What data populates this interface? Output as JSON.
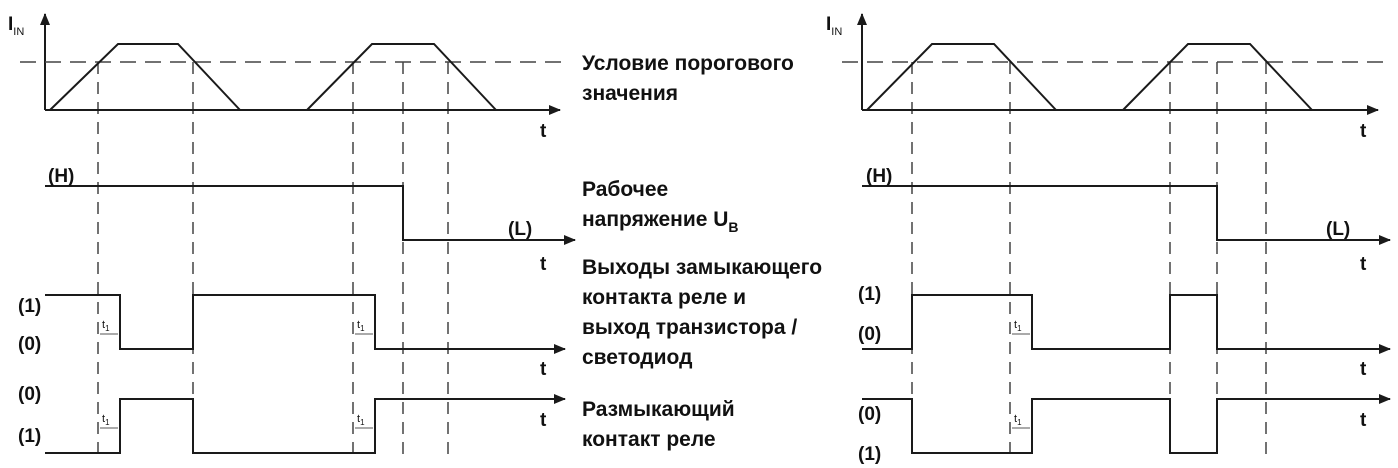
{
  "left": {
    "axis_y": "I",
    "axis_y_sub": "IN",
    "time_label": "t",
    "high_label": "(H)",
    "low_label": "(L)",
    "level_one": "(1)",
    "level_zero": "(0)",
    "delay_label": "t",
    "delay_sub": "1"
  },
  "right": {
    "axis_y": "I",
    "axis_y_sub": "IN",
    "time_label": "t",
    "high_label": "(H)",
    "low_label": "(L)",
    "level_one": "(1)",
    "level_zero": "(0)",
    "delay_label": "t",
    "delay_sub": "1"
  },
  "labels": {
    "threshold_1": "Условие порогового",
    "threshold_2": "значения",
    "voltage_1": "Рабочее",
    "voltage_2": "напряжение U",
    "voltage_sub": "B",
    "no_contact_1": "Выходы замыкающего",
    "no_contact_2": "контакта реле и",
    "no_contact_3": "выход транзистора /",
    "no_contact_4": "светодиод",
    "nc_contact_1": "Размыкающий",
    "nc_contact_2": "контакт реле"
  }
}
